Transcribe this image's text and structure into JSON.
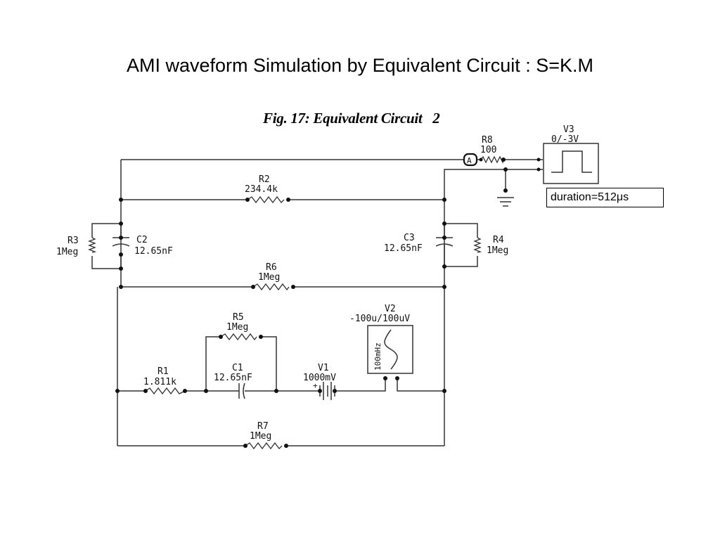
{
  "slide": {
    "title": "AMI waveform Simulation by Equivalent Circuit : S=K.M"
  },
  "figure": {
    "caption": "Fig. 17: Equivalent Circuit   2"
  },
  "components": {
    "R1": {
      "name": "R1",
      "value": "1.811k"
    },
    "R2": {
      "name": "R2",
      "value": "234.4k"
    },
    "R3": {
      "name": "R3",
      "value": "1Meg"
    },
    "R4": {
      "name": "R4",
      "value": "1Meg"
    },
    "R5": {
      "name": "R5",
      "value": "1Meg"
    },
    "R6": {
      "name": "R6",
      "value": "1Meg"
    },
    "R7": {
      "name": "R7",
      "value": "1Meg"
    },
    "R8": {
      "name": "R8",
      "value": "100"
    },
    "C1": {
      "name": "C1",
      "value": "12.65nF"
    },
    "C2": {
      "name": "C2",
      "value": "12.65nF"
    },
    "C3": {
      "name": "C3",
      "value": "12.65nF"
    },
    "V1": {
      "name": "V1",
      "value": "1000mV",
      "polarity": "+"
    },
    "V2": {
      "name": "V2",
      "value": "-100u/100uV",
      "frequency": "100mHz"
    },
    "V3": {
      "name": "V3",
      "value": "0/-3V"
    }
  },
  "probe": {
    "label": "A"
  },
  "annotation": {
    "duration": "duration=512μs"
  }
}
